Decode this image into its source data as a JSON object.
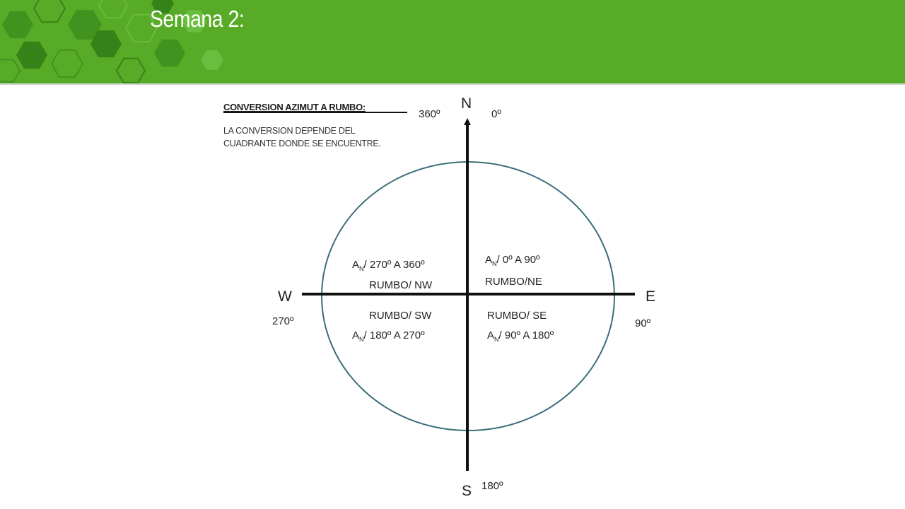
{
  "header": {
    "title": "Semana 2:",
    "color": "#57ab27",
    "pattern_colors": [
      "#3e8d1e",
      "#2f7a16",
      "#6fbf44"
    ]
  },
  "conversion": {
    "heading": "CONVERSION AZIMUT A RUMBO:",
    "text": "LA CONVERSION DEPENDE DEL CUADRANTE DONDE SE ENCUENTRE."
  },
  "compass": {
    "ellipse_color": "#3b6e7a",
    "axis_color": "#111111",
    "north": "N",
    "south": "S",
    "east": "E",
    "west": "W",
    "deg_360": "360º",
    "deg_0": "0º",
    "deg_90": "90º",
    "deg_180": "180º",
    "deg_270": "270º"
  },
  "quadrants": {
    "ne": {
      "az_main": "A",
      "az_sub": "N",
      "az_range": "/ 0º A 90º",
      "rumbo": "RUMBO/NE"
    },
    "nw": {
      "az_main": "A",
      "az_sub": "N",
      "az_range": "/ 270º A 360º",
      "rumbo": "RUMBO/ NW"
    },
    "sw": {
      "az_main": "A",
      "az_sub": "N",
      "az_range": "/ 180º A 270º",
      "rumbo": "RUMBO/ SW"
    },
    "se": {
      "az_main": "A",
      "az_sub": "N",
      "az_range": "/ 90º A 180º",
      "rumbo": "RUMBO/ SE"
    }
  }
}
